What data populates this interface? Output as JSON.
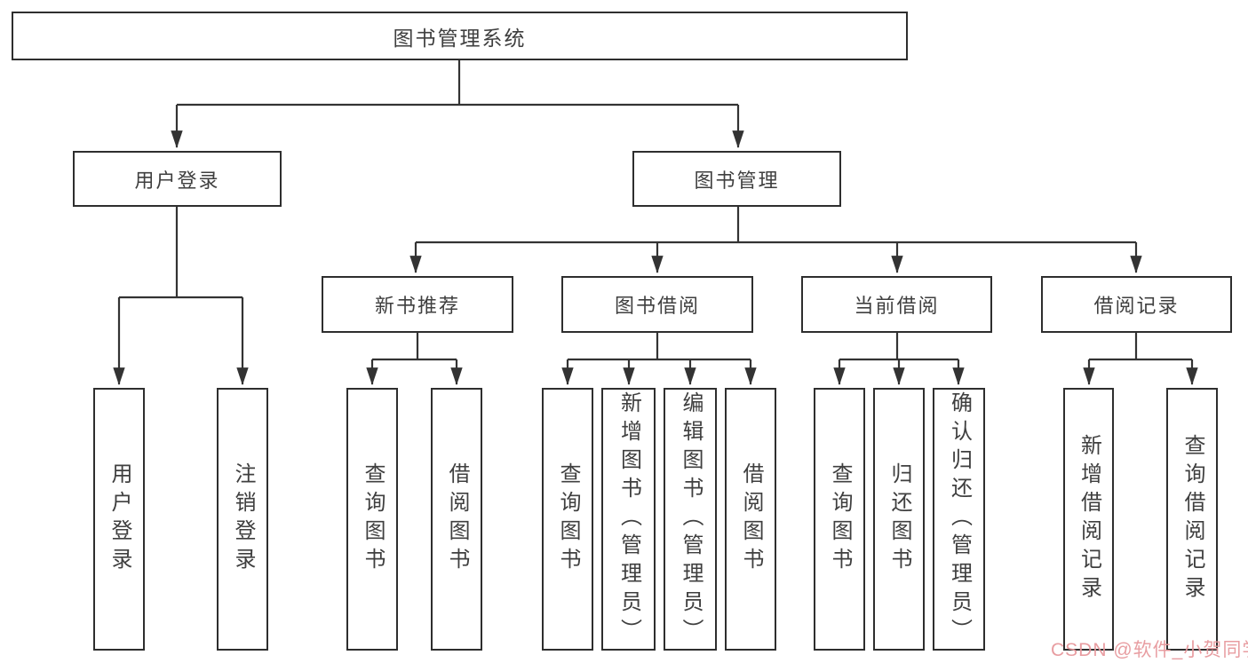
{
  "diagram": {
    "title": "图书管理系统",
    "type": "hierarchy-tree",
    "colors": {
      "line": "#333333",
      "box_border": "#2e2e2e",
      "box_fill": "#ffffff",
      "text": "#3f3f3f",
      "background": "#ffffff"
    },
    "nodes": {
      "root": {
        "label": "图书管理系统"
      },
      "user_login_branch": {
        "label": "用户登录"
      },
      "book_mgmt_branch": {
        "label": "图书管理"
      },
      "new_book_rec": {
        "label": "新书推荐"
      },
      "book_borrow": {
        "label": "图书借阅"
      },
      "current_borrow": {
        "label": "当前借阅"
      },
      "borrow_record": {
        "label": "借阅记录"
      },
      "leaf_user_login": {
        "label": "用户登录"
      },
      "leaf_logout": {
        "label": "注销登录"
      },
      "leaf_nbr_query": {
        "label": "查询图书"
      },
      "leaf_nbr_borrow": {
        "label": "借阅图书"
      },
      "leaf_bb_query": {
        "label": "查询图书"
      },
      "leaf_bb_add": {
        "label": "新增图书（管理员）"
      },
      "leaf_bb_edit": {
        "label": "编辑图书（管理员）"
      },
      "leaf_bb_borrow": {
        "label": "借阅图书"
      },
      "leaf_cb_query": {
        "label": "查询图书"
      },
      "leaf_cb_return": {
        "label": "归还图书"
      },
      "leaf_cb_confirm": {
        "label": "确认归还（管理员）"
      },
      "leaf_br_add": {
        "label": "新增借阅记录"
      },
      "leaf_br_query": {
        "label": "查询借阅记录"
      }
    },
    "edges": [
      [
        "图书管理系统",
        "用户登录"
      ],
      [
        "图书管理系统",
        "图书管理"
      ],
      [
        "用户登录",
        "用户登录(叶)"
      ],
      [
        "用户登录",
        "注销登录"
      ],
      [
        "图书管理",
        "新书推荐"
      ],
      [
        "图书管理",
        "图书借阅"
      ],
      [
        "图书管理",
        "当前借阅"
      ],
      [
        "图书管理",
        "借阅记录"
      ],
      [
        "新书推荐",
        "查询图书"
      ],
      [
        "新书推荐",
        "借阅图书"
      ],
      [
        "图书借阅",
        "查询图书"
      ],
      [
        "图书借阅",
        "新增图书（管理员）"
      ],
      [
        "图书借阅",
        "编辑图书（管理员）"
      ],
      [
        "图书借阅",
        "借阅图书"
      ],
      [
        "当前借阅",
        "查询图书"
      ],
      [
        "当前借阅",
        "归还图书"
      ],
      [
        "当前借阅",
        "确认归还（管理员）"
      ],
      [
        "借阅记录",
        "新增借阅记录"
      ],
      [
        "借阅记录",
        "查询借阅记录"
      ]
    ]
  },
  "watermark": {
    "text": "CSDN @软件_小贺同学",
    "color": "#e7989c"
  }
}
